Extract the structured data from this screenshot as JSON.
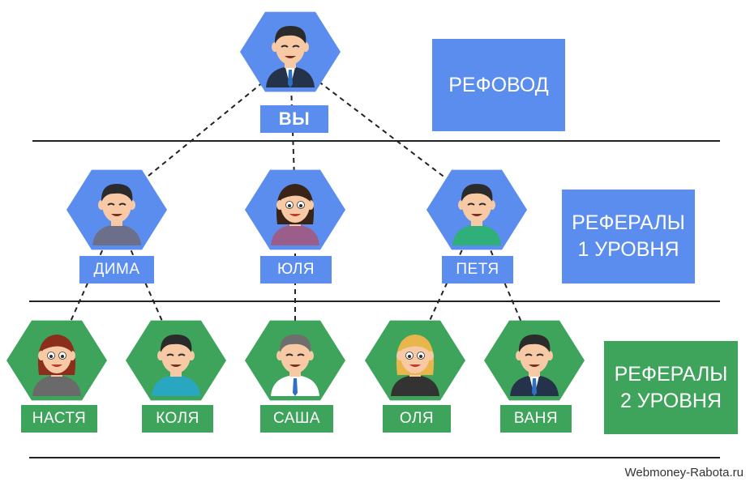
{
  "colors": {
    "blue": "#5b8def",
    "green": "#3fa45b",
    "line": "#222222",
    "skin": "#f7c9a4",
    "hair_dark": "#2b2b2b"
  },
  "levels": {
    "referrer": "РЕФОВОД",
    "level1": "РЕФЕРАЛЫ\n1 УРОВНЯ",
    "level2": "РЕФЕРАЛЫ\n2 УРОВНЯ"
  },
  "people": [
    {
      "id": "you",
      "name": "ВЫ",
      "color": "blue",
      "icon": "man-suit-avatar-icon"
    },
    {
      "id": "dima",
      "name": "ДИМА",
      "color": "blue",
      "icon": "man-vest-avatar-icon"
    },
    {
      "id": "yulya",
      "name": "ЮЛЯ",
      "color": "blue",
      "icon": "woman-avatar-icon"
    },
    {
      "id": "petya",
      "name": "ПЕТЯ",
      "color": "blue",
      "icon": "boy-avatar-icon"
    },
    {
      "id": "nastya",
      "name": "НАСТЯ",
      "color": "green",
      "icon": "woman-redhair-avatar-icon"
    },
    {
      "id": "kolya",
      "name": "КОЛЯ",
      "color": "green",
      "icon": "man-avatar-icon"
    },
    {
      "id": "sasha",
      "name": "САША",
      "color": "green",
      "icon": "man-gray-hair-avatar-icon"
    },
    {
      "id": "olya",
      "name": "ОЛЯ",
      "color": "green",
      "icon": "woman-blonde-avatar-icon"
    },
    {
      "id": "vanya",
      "name": "ВАНЯ",
      "color": "green",
      "icon": "man-suit-avatar-icon"
    }
  ],
  "links": [
    [
      "you",
      "dima"
    ],
    [
      "you",
      "yulya"
    ],
    [
      "you",
      "petya"
    ],
    [
      "dima",
      "nastya"
    ],
    [
      "dima",
      "kolya"
    ],
    [
      "yulya",
      "sasha"
    ],
    [
      "petya",
      "olya"
    ],
    [
      "petya",
      "vanya"
    ]
  ],
  "watermark": "Webmoney-Rabota.ru"
}
